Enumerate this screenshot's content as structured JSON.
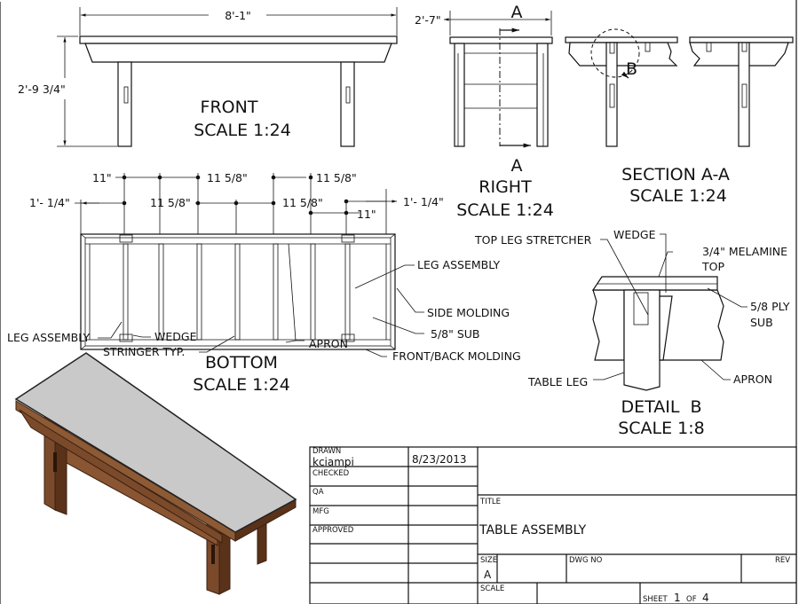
{
  "views": {
    "front": {
      "name": "FRONT",
      "scale": "SCALE 1:24",
      "dim_length": "8'-1\"",
      "dim_height": "2'-9 3/4\""
    },
    "right": {
      "name": "RIGHT",
      "scale": "SCALE 1:24",
      "dim_width": "2'-7\"",
      "section_mark_top": "A",
      "section_mark_bottom": "A"
    },
    "section": {
      "name": "SECTION A-A",
      "scale": "SCALE 1:24",
      "detail_mark": "B"
    },
    "bottom": {
      "name": "BOTTOM",
      "scale": "SCALE 1:24",
      "dims": [
        "11\"",
        "11 5/8\"",
        "11 5/8\"",
        "1'- 1/4\"",
        "11 5/8\"",
        "11 5/8\"",
        "1'- 1/4\"",
        "11\""
      ],
      "callouts": [
        "LEG ASSEMBLY",
        "LEG ASSEMBLY",
        "WEDGE",
        "STRINGER TYP.",
        "APRON",
        "SIDE MOLDING",
        "5/8\" SUB",
        "FRONT/BACK MOLDING"
      ]
    },
    "detail": {
      "name": "DETAIL  B",
      "scale": "SCALE 1:8",
      "callouts": [
        "TOP LEG STRETCHER",
        "WEDGE",
        "3/4\" MELAMINE",
        "TOP",
        "5/8 PLY",
        "SUB",
        "TABLE LEG",
        "APRON"
      ]
    }
  },
  "title_block": {
    "drawn_label": "DRAWN",
    "drawn_by": "kciampi",
    "drawn_date": "8/23/2013",
    "checked_label": "CHECKED",
    "qa_label": "QA",
    "mfg_label": "MFG",
    "approved_label": "APPROVED",
    "title_label": "TITLE",
    "title": "TABLE ASSEMBLY",
    "size_label": "SIZE",
    "size": "A",
    "dwg_no_label": "DWG NO",
    "rev_label": "REV",
    "scale_label": "SCALE",
    "sheet_label": "SHEET",
    "sheet": "1",
    "of_label": "OF",
    "sheet_total": "4"
  },
  "colors": {
    "top": "#c9c9c9",
    "wood": "#7b4a2b",
    "wood_dark": "#4e2c16"
  }
}
